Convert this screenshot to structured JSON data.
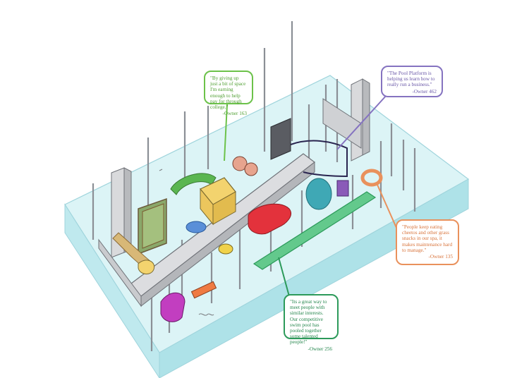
{
  "colors": {
    "green": "#6cc24a",
    "purple": "#8573c0",
    "orange": "#e9915c",
    "dark_green": "#2c9a5a",
    "platform_glass": "#cfeff3",
    "platform_edge": "#a8dfe6"
  },
  "callouts": {
    "green": {
      "quote": "\"By giving up just a bit of space I'm earning enough to help pay for through college.\"",
      "owner": "-Owner 163"
    },
    "purple": {
      "quote": "\"The Pool Platform is helping us learn how to really run a business.\"",
      "owner": "-Owner 462"
    },
    "orange": {
      "quote": "\"People keep eating cheetos and other grass snacks in our spa, it makes maintenance hard to manage.\"",
      "owner": "-Owner 135"
    },
    "dark_green": {
      "quote": "\"Its a great way to meet people with similar interests. Our competitive swim pool has pooled together some talented people!\"",
      "owner": "-Owner 256"
    }
  }
}
